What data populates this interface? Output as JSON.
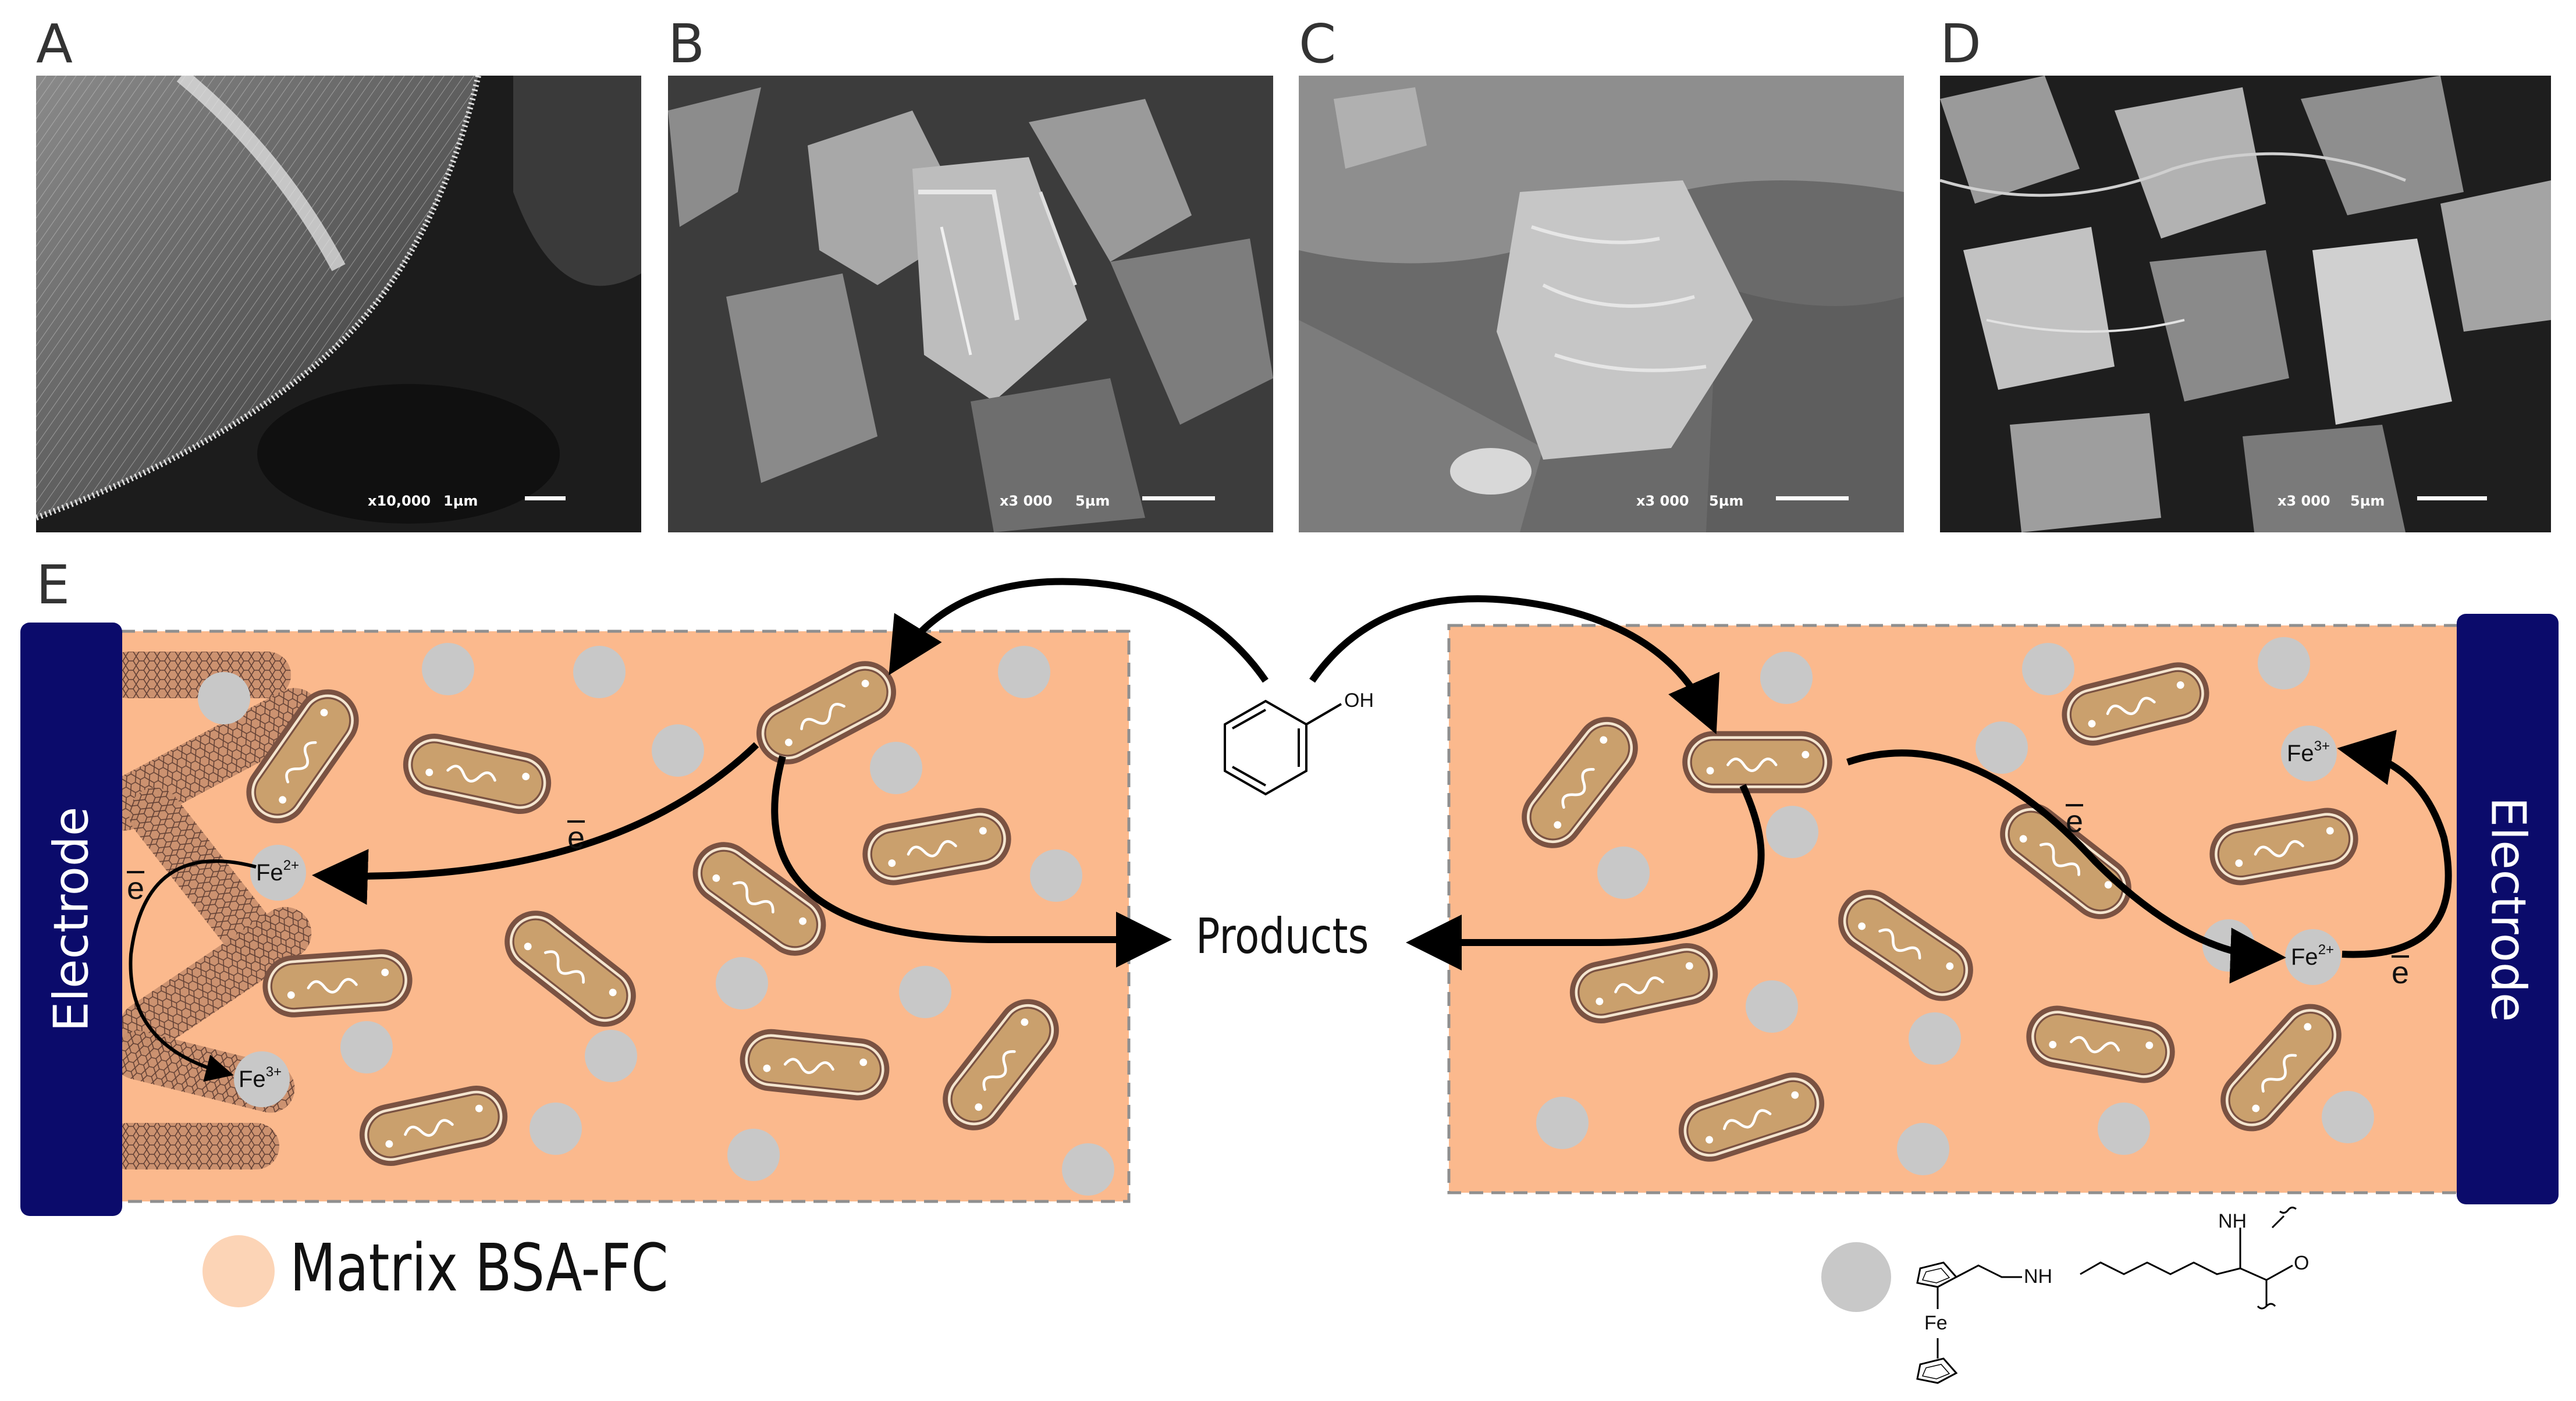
{
  "panels": [
    {
      "letter": "A",
      "magnification": "x10,000",
      "scale": "1µm"
    },
    {
      "letter": "B",
      "magnification": "x3 000",
      "scale": "5µm"
    },
    {
      "letter": "C",
      "magnification": "x3 000",
      "scale": "5µm"
    },
    {
      "letter": "D",
      "magnification": "x3 000",
      "scale": "5µm"
    }
  ],
  "schematic": {
    "letter": "E",
    "electrode_label": "Electrode",
    "products_label": "Products",
    "electron_symbol": "e",
    "fe3_label": "Fe",
    "fe3_charge": "3+",
    "fe2_label": "Fe",
    "fe2_charge": "2+",
    "phenol_group": "OH",
    "legend": {
      "matrix_label": "Matrix BSA-FC",
      "chem_nh_top": "NH",
      "chem_nh_chain": "NH",
      "chem_o": "O",
      "chem_fe": "Fe"
    }
  },
  "colors": {
    "matrix": "#fbb98d",
    "electrode": "#0b0b6b",
    "bacteria_fill": "#caa06d",
    "bacteria_rim": "#7a5242",
    "ferrocene_dot": "#c8c8c8",
    "nanotube": "#c9906e"
  }
}
